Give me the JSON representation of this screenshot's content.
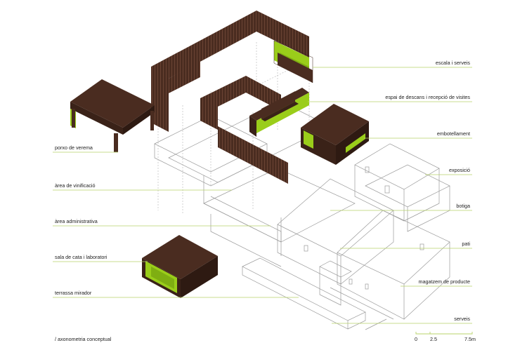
{
  "colors": {
    "wood": "#4a2c20",
    "wood_dark": "#3a2218",
    "accent_green": "#9acd1a",
    "leader_line": "#b8d36a",
    "wireframe": "#9a9a9a",
    "text": "#222222"
  },
  "labels": {
    "escala": "escala i serveis",
    "descans": "espai de descans i recepció de visites",
    "embotellament": "embotellament",
    "exposicio": "exposició",
    "botiga": "botiga",
    "pati": "pati",
    "magatzem": "magatzem de producte",
    "serveis": "serveis",
    "porxo": "porxo de verema",
    "vinificacio": "àrea de vinificació",
    "administrativa": "àrea administrativa",
    "cata": "sala de cata i laboratori",
    "terrassa": "terrassa mirador"
  },
  "caption": "/ axonometria conceptual",
  "scale": {
    "ticks": [
      "0",
      "2.5",
      "7.5m"
    ]
  }
}
